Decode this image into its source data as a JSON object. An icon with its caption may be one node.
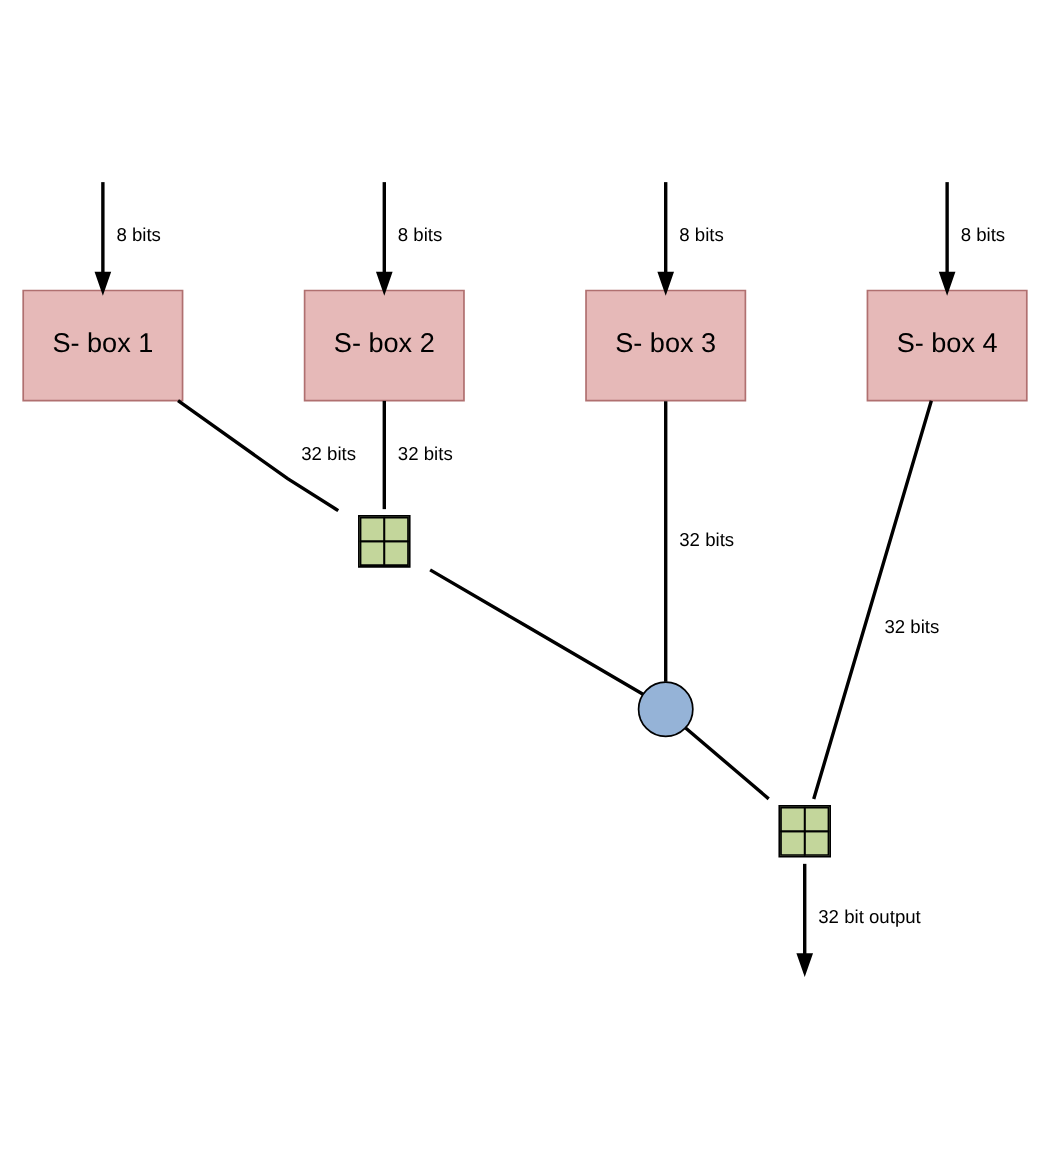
{
  "diagram": {
    "nodes": [
      {
        "text": [
          "S- box 1"
        ]
      },
      {
        "text": [
          "S- box 2"
        ]
      },
      {
        "text": [
          "S- box 3"
        ]
      },
      {
        "text": [
          "S- box 4"
        ]
      },
      {
        "text": [],
        "shape": "box"
      },
      {
        "text": [],
        "shape": "circle"
      },
      {
        "text": [],
        "shape": "box"
      }
    ],
    "edges": [
      {
        "from": null,
        "to": 0,
        "arrow": "to",
        "label": "8 bits"
      },
      {
        "from": null,
        "to": 1,
        "arrow": "to",
        "label": "8 bits"
      },
      {
        "from": null,
        "to": 2,
        "arrow": "to",
        "label": "8 bits"
      },
      {
        "from": null,
        "to": 3,
        "arrow": "to",
        "label": "8 bits"
      },
      {
        "from": 0,
        "to": 4,
        "arrow": "none",
        "label": "32 bits"
      },
      {
        "from": 1,
        "to": 4,
        "arrow": "none",
        "label": "32 bits"
      },
      {
        "from": 4,
        "to": 5,
        "arrow": "none"
      },
      {
        "from": 2,
        "to": 5,
        "arrow": "none",
        "label": "32 bits"
      },
      {
        "from": 5,
        "to": 6,
        "arrow": "none"
      },
      {
        "from": 3,
        "to": 6,
        "arrow": "none",
        "label": "32 bits"
      },
      {
        "from": 6,
        "to": null,
        "arrow": "to",
        "label": "32 bit output"
      }
    ]
  }
}
